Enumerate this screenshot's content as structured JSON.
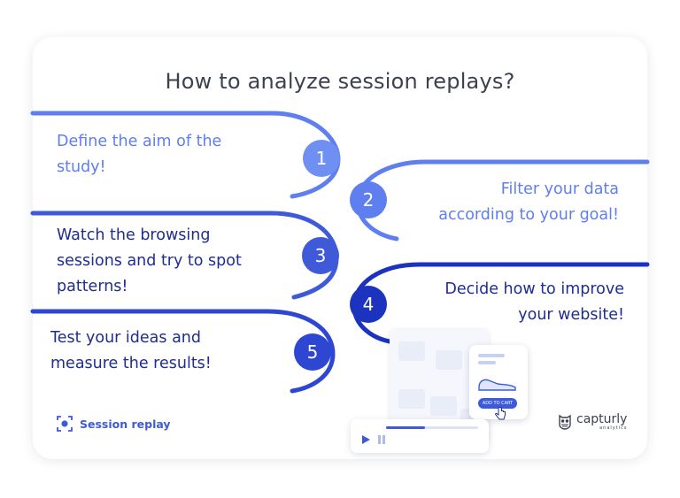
{
  "title": "How to analyze session replays?",
  "steps": [
    {
      "number": "1",
      "text_lines": [
        "Define the aim of the",
        "study!"
      ]
    },
    {
      "number": "2",
      "text_lines": [
        "Filter your data",
        "according to your goal!"
      ]
    },
    {
      "number": "3",
      "text_lines": [
        "Watch the browsing",
        "sessions and try to spot",
        "patterns!"
      ]
    },
    {
      "number": "4",
      "text_lines": [
        "Decide how to improve",
        "your website!"
      ]
    },
    {
      "number": "5",
      "text_lines": [
        "Test your ideas and",
        "measure the results!"
      ]
    }
  ],
  "footer": {
    "left_label": "Session replay",
    "logo_name": "capturly",
    "logo_subtitle": "analytics"
  },
  "illustration": {
    "button_label": "ADD TO CART"
  },
  "icons": {
    "session_replay": "camera-record-icon",
    "logo": "capturly-owl-icon",
    "play": "play-icon",
    "pause": "pause-icon",
    "cursor": "hand-pointer-icon",
    "shoe": "shoe-icon"
  },
  "colors": {
    "step1": "#6f8ff2",
    "step2": "#5f7ef0",
    "step3": "#3e5ad8",
    "step4": "#1c33c0",
    "step5": "#2d47d2",
    "curve": "#4468e8",
    "title": "#3d4150",
    "text_light": "#5f7ef0",
    "text_dark": "#1f2d8f"
  }
}
